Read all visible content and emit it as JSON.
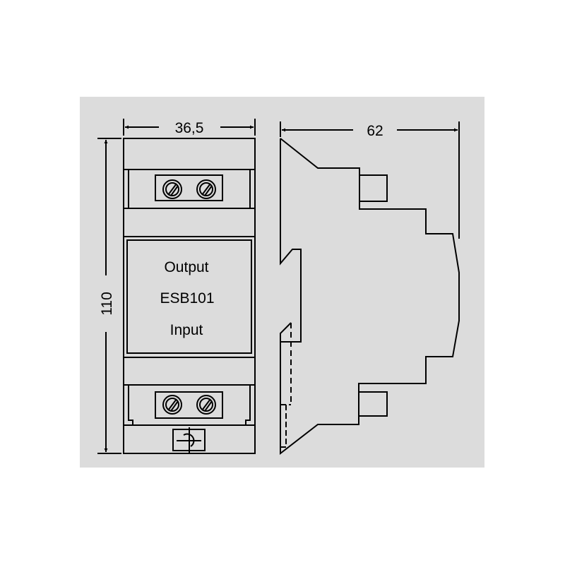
{
  "drawing": {
    "front_view": {
      "width_dimension": "36,5",
      "height_dimension": "110",
      "label_output": "Output",
      "label_model": "ESB101",
      "label_input": "Input"
    },
    "side_view": {
      "depth_dimension": "62"
    },
    "colors": {
      "background": "#dcdcdc",
      "line": "#000000"
    }
  }
}
